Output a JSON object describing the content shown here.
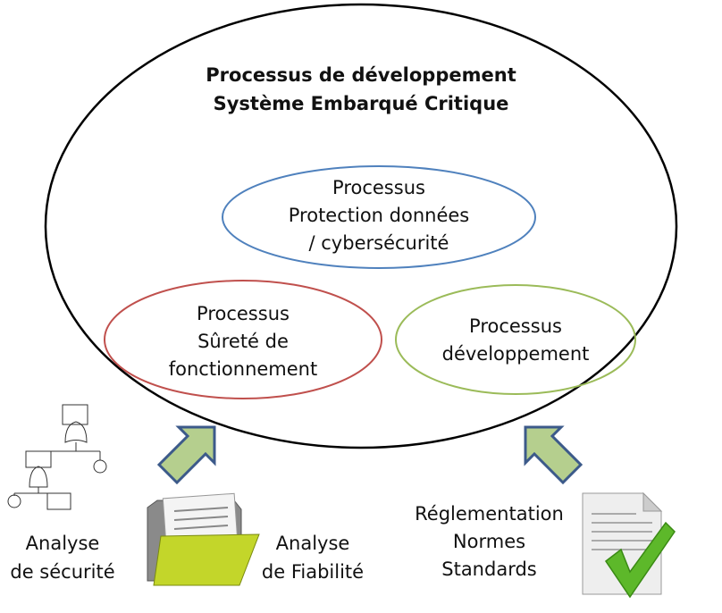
{
  "main": {
    "title_line1": "Processus de développement",
    "title_line2": "Système Embarqué Critique"
  },
  "cyber": {
    "l1": "Processus",
    "l2": "Protection données",
    "l3": "/ cybersécurité",
    "color": "#4f81bd"
  },
  "surete": {
    "l1": "Processus",
    "l2": "Sûreté de",
    "l3": "fonctionnement",
    "color": "#c0504d"
  },
  "dev": {
    "l1": "Processus",
    "l2": "développement",
    "color": "#9bbb59"
  },
  "inputs": {
    "securite": {
      "l1": "Analyse",
      "l2": "de sécurité"
    },
    "fiabilite": {
      "l1": "Analyse",
      "l2": "de Fiabilité"
    },
    "reglementation": {
      "l1": "Réglementation",
      "l2": "Normes",
      "l3": "Standards"
    }
  }
}
